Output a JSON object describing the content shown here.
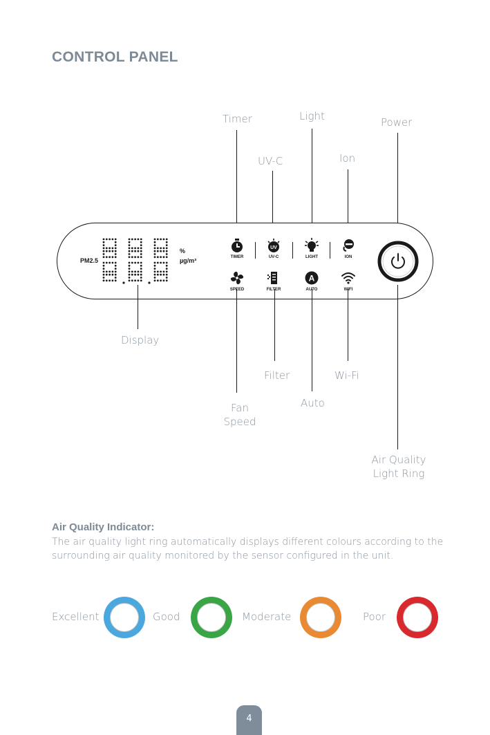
{
  "heading": "CONTROL PANEL",
  "callouts": {
    "timer": "Timer",
    "light": "Light",
    "power": "Power",
    "uvc": "UV-C",
    "ion": "Ion",
    "display": "Display",
    "filter": "Filter",
    "wifi": "Wi-Fi",
    "auto": "Auto",
    "fan_speed_line1": "Fan",
    "fan_speed_line2": "Speed",
    "ring_line1": "Air Quality",
    "ring_line2": "Light Ring"
  },
  "panel": {
    "pm_label": "PM2.5",
    "unit_percent": "%",
    "unit_concentration": "µg/m³",
    "buttons": {
      "timer": "TIMER",
      "uvc": "UV-C",
      "light": "LIGHT",
      "ion": "ION",
      "speed": "SPEED",
      "filter": "FILTER",
      "auto": "AUTO",
      "wifi": "WIFI"
    },
    "icons": [
      "timer-icon",
      "uv-lamp-icon",
      "bulb-icon",
      "ion-icon",
      "fan-icon",
      "filter-icon",
      "auto-icon",
      "wifi-icon",
      "power-icon"
    ]
  },
  "air_quality": {
    "heading": "Air Quality Indicator:",
    "body": "The air quality light ring automatically displays different colours according to the surrounding air quality monitored by the sensor configured in the unit.",
    "levels": [
      {
        "label": "Excellent",
        "color": "#4aa8df"
      },
      {
        "label": "Good",
        "color": "#3aa545"
      },
      {
        "label": "Moderate",
        "color": "#e98a33"
      },
      {
        "label": "Poor",
        "color": "#d8292f"
      }
    ]
  },
  "page_number": "4"
}
